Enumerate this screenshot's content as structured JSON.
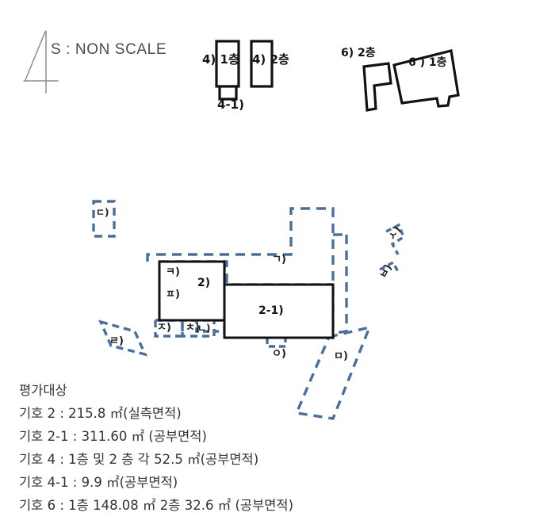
{
  "header": {
    "scale_mark": "4",
    "scale_note": "S : NON SCALE"
  },
  "colors": {
    "parcel_dash_blue": "#4a6f9c",
    "building_outline_black": "#111111",
    "text_gray": "#333333"
  },
  "top_buildings": {
    "b4_floor1": "4) 1층",
    "b4_annex": "4-1)",
    "b4_floor2": "4) 2층",
    "b6_floor2": "6) 2층",
    "b6_floor1": "6 ) 1층"
  },
  "plan_labels": {
    "g": "ㄱ)",
    "n": "ㄴ)",
    "d": "ㄷ)",
    "r": "ㄹ)",
    "m": "ㅁ)",
    "b": "ㅂ)",
    "s": "ㅅ)",
    "o": "ㅇ)",
    "j": "ㅈ)",
    "ch": "ㅊ)",
    "k": "ㅋ)",
    "p": "ㅍ)",
    "bldg2": "2)",
    "bldg2_1": "2-1)"
  },
  "legend": {
    "heading": "평가대상",
    "lines": [
      "기호 2 : 215.8 ㎡(실측면적)",
      "기호 2-1 : 311.60 ㎡ (공부면적)",
      "기호 4 : 1층 및 2 층 각 52.5 ㎡(공부면적)",
      "기호 4-1 : 9.9 ㎡(공부면적)",
      "기호 6 : 1층 148.08 ㎡ 2층 32.6 ㎡ (공부면적)"
    ]
  }
}
